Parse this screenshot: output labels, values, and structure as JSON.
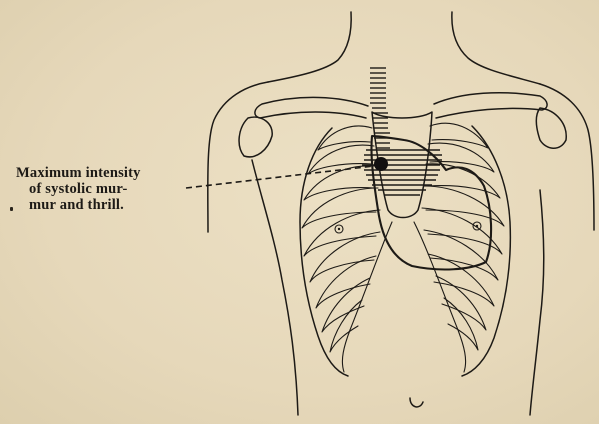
{
  "figure": {
    "annotation": {
      "lines": [
        "Maximum intensity",
        "of  systolic  mur-",
        "mur and thrill."
      ]
    },
    "colors": {
      "paper": "#e9dcbf",
      "ink": "#1d1a16"
    }
  }
}
